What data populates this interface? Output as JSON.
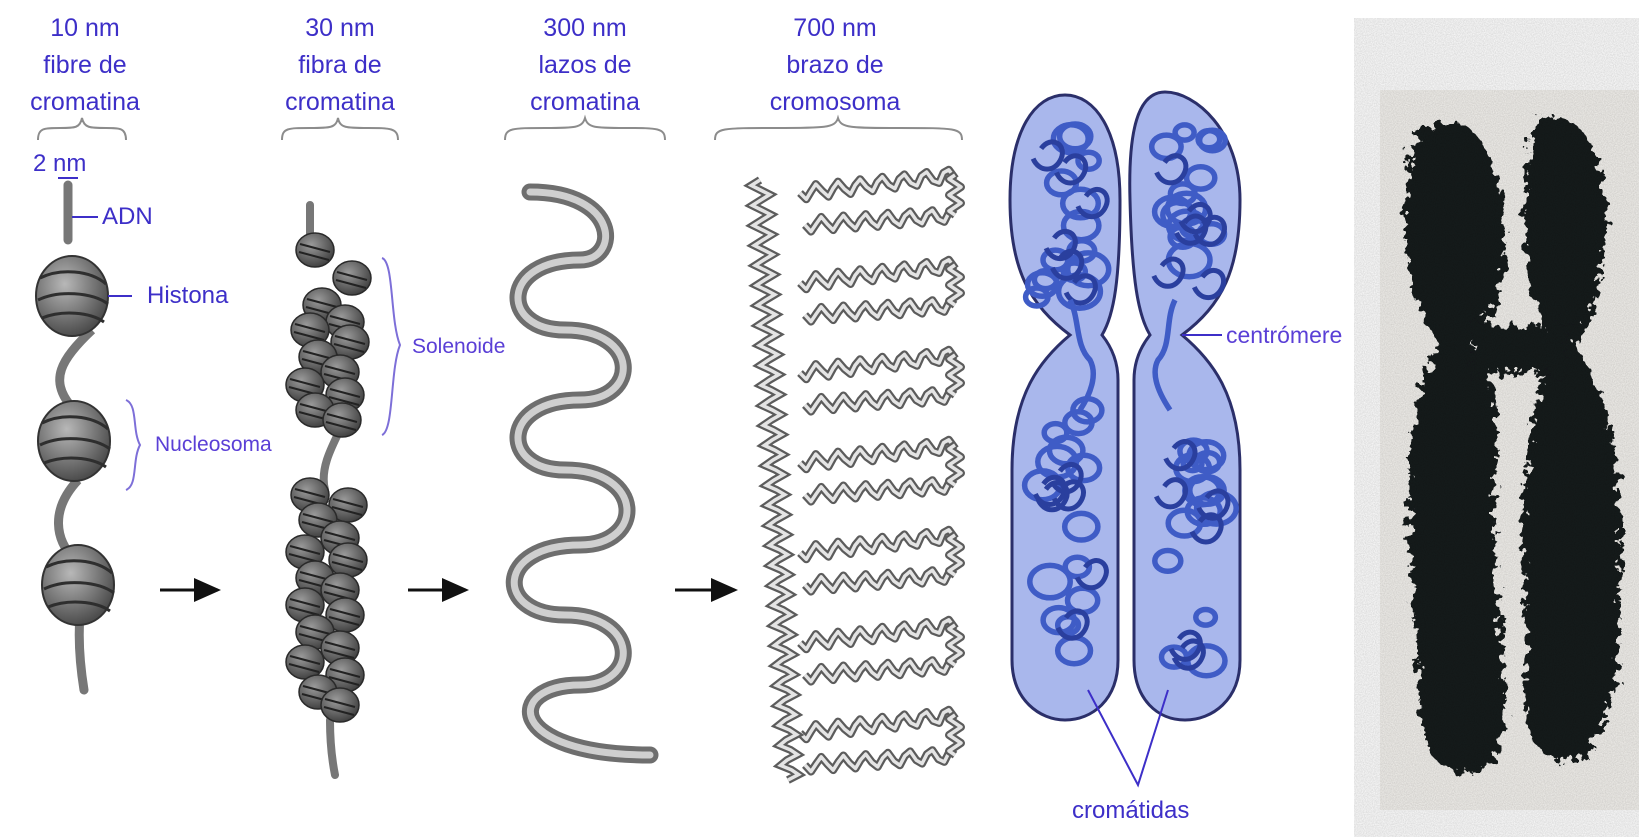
{
  "headers": [
    {
      "l1": "10 nm",
      "l2": "fibre de",
      "l3": "cromatina"
    },
    {
      "l1": "30 nm",
      "l2": "fibra de",
      "l3": "cromatina"
    },
    {
      "l1": "300 nm",
      "l2": "lazos de",
      "l3": "cromatina"
    },
    {
      "l1": "700 nm",
      "l2": "brazo de",
      "l3": "cromosoma"
    }
  ],
  "labels": {
    "dna_width": "2 nm",
    "dna": "ADN",
    "histone": "Histona",
    "nucleosome": "Nucleosoma",
    "solenoid": "Solenoide",
    "centromere": "centrómere",
    "chromatids": "cromátidas"
  },
  "colors": {
    "label_text": "#3d2fc8",
    "chromosome_fill": "#a9b7ec",
    "chromatin_blue": "#3f5cc6",
    "structure_gray": "#7a7a7a",
    "micrograph": "#141a1c"
  },
  "arrow_icons": [
    "arrow-right-icon",
    "arrow-right-icon",
    "arrow-right-icon"
  ]
}
